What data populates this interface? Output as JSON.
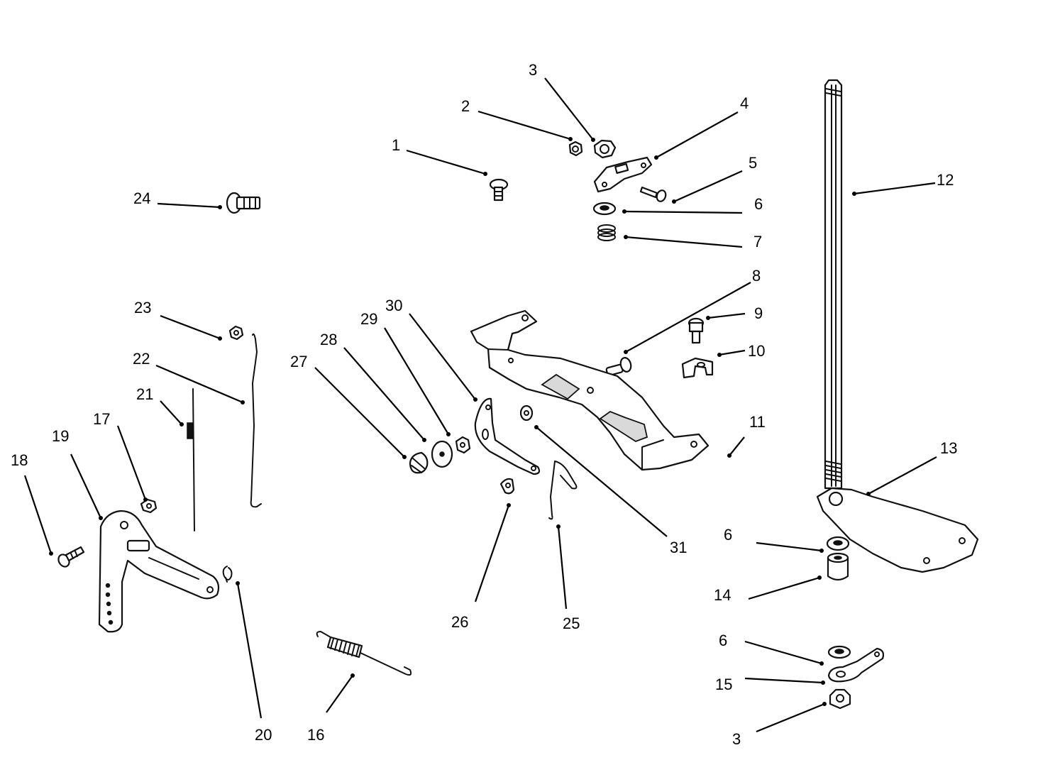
{
  "diagram": {
    "callouts": [
      {
        "id": "c1",
        "text": "1"
      },
      {
        "id": "c2",
        "text": "2"
      },
      {
        "id": "c3a",
        "text": "3"
      },
      {
        "id": "c4",
        "text": "4"
      },
      {
        "id": "c5",
        "text": "5"
      },
      {
        "id": "c6a",
        "text": "6"
      },
      {
        "id": "c7",
        "text": "7"
      },
      {
        "id": "c8",
        "text": "8"
      },
      {
        "id": "c9",
        "text": "9"
      },
      {
        "id": "c10",
        "text": "10"
      },
      {
        "id": "c11",
        "text": "11"
      },
      {
        "id": "c12",
        "text": "12"
      },
      {
        "id": "c13",
        "text": "13"
      },
      {
        "id": "c6b",
        "text": "6"
      },
      {
        "id": "c14",
        "text": "14"
      },
      {
        "id": "c6c",
        "text": "6"
      },
      {
        "id": "c15",
        "text": "15"
      },
      {
        "id": "c3b",
        "text": "3"
      },
      {
        "id": "c16",
        "text": "16"
      },
      {
        "id": "c17",
        "text": "17"
      },
      {
        "id": "c18",
        "text": "18"
      },
      {
        "id": "c19",
        "text": "19"
      },
      {
        "id": "c20",
        "text": "20"
      },
      {
        "id": "c21",
        "text": "21"
      },
      {
        "id": "c22",
        "text": "22"
      },
      {
        "id": "c23",
        "text": "23"
      },
      {
        "id": "c24",
        "text": "24"
      },
      {
        "id": "c25",
        "text": "25"
      },
      {
        "id": "c26",
        "text": "26"
      },
      {
        "id": "c27",
        "text": "27"
      },
      {
        "id": "c28",
        "text": "28"
      },
      {
        "id": "c29",
        "text": "29"
      },
      {
        "id": "c30",
        "text": "30"
      },
      {
        "id": "c31",
        "text": "31"
      }
    ]
  }
}
